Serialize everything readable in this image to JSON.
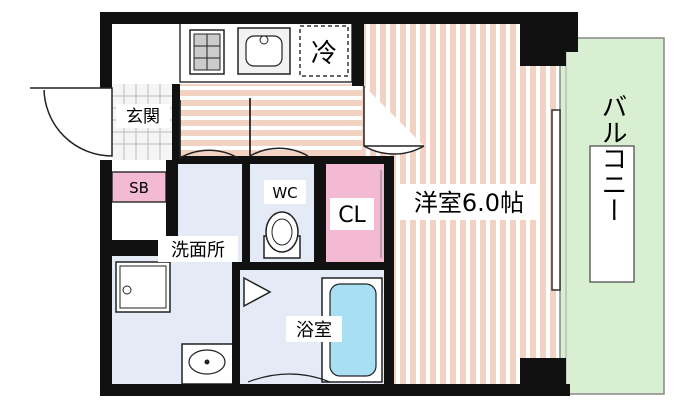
{
  "rooms": {
    "western_room": "洋室6.0帖",
    "balcony": "バルコニー",
    "kitchen_fridge": "冷",
    "entrance": "玄関",
    "shoe_box": "SB",
    "toilet": "WC",
    "closet": "CL",
    "washroom": "洗面所",
    "bathroom": "浴室"
  },
  "colors": {
    "wall": "#111111",
    "floor_stripe_a": "#f2d2c2",
    "floor_stripe_b": "#ffffff",
    "wet_area": "#e4eaf6",
    "closet_pink": "#f4b9d3",
    "balcony_green": "#d8efd2",
    "bathtub": "#a9dff2"
  }
}
